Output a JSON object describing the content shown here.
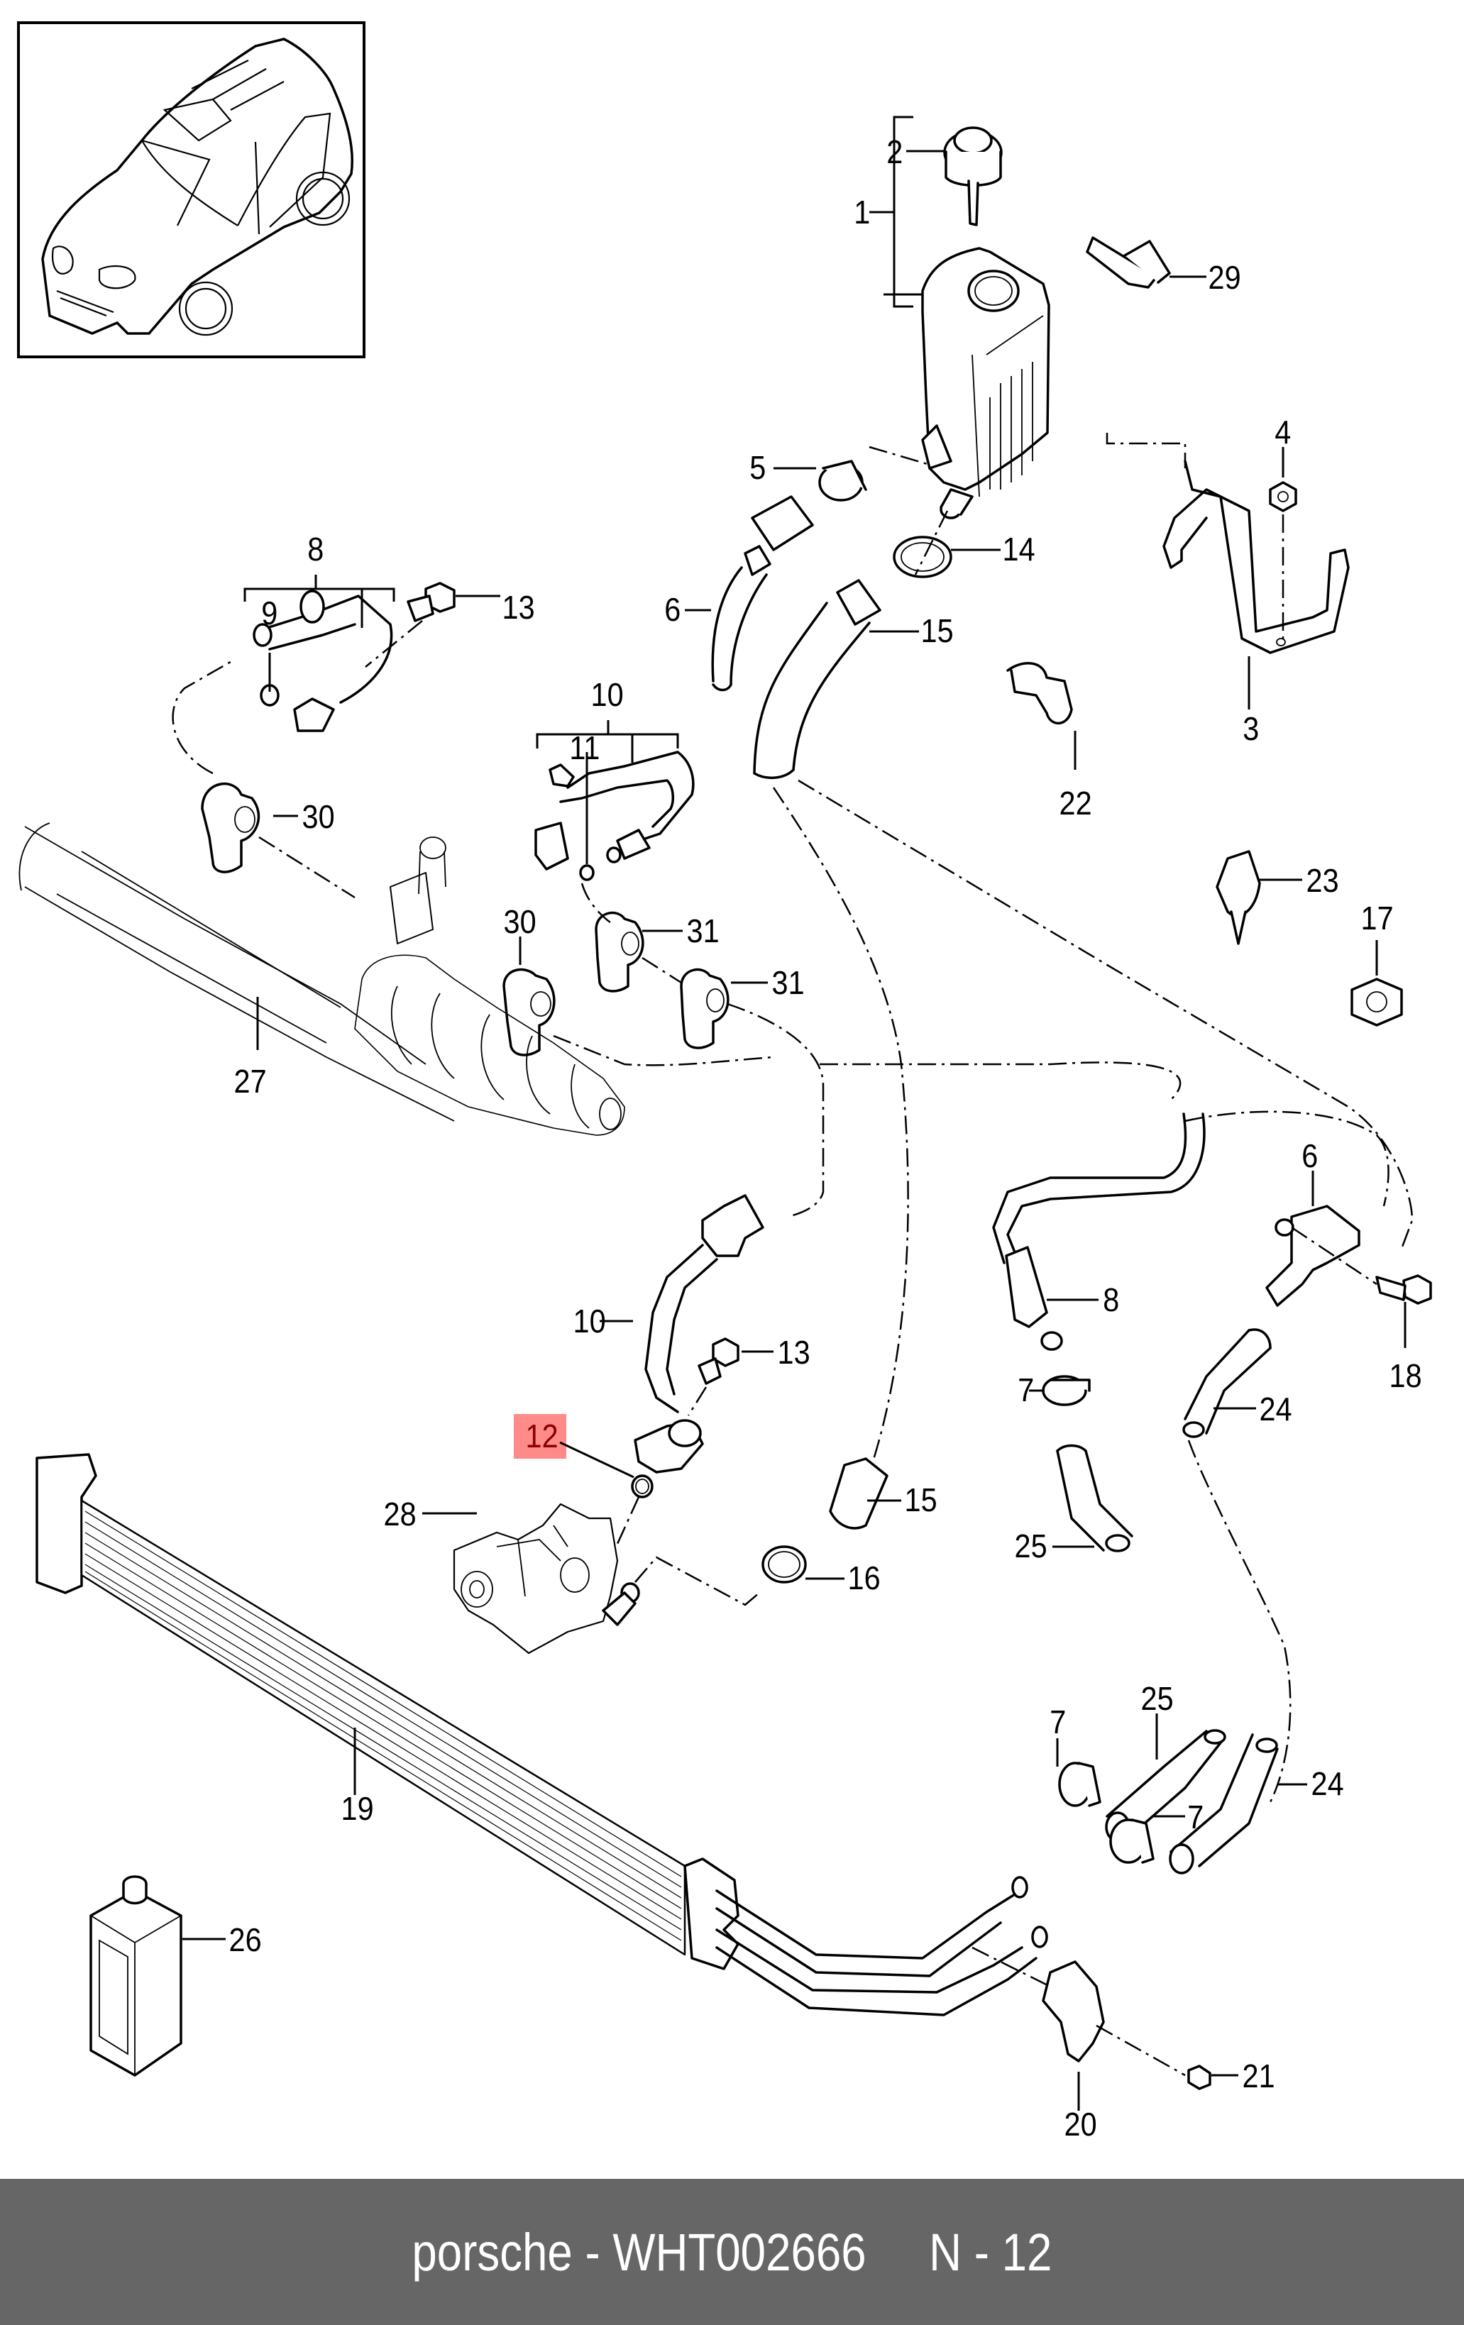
{
  "footer": {
    "brand": "porsche",
    "separator": " - ",
    "part_number": "WHT002666",
    "diagram_ref": "N - 12"
  },
  "highlight": {
    "item": "12",
    "color": "#ff8a8a",
    "text_color": "#8b0000"
  },
  "thumbnail": {
    "subject": "car-overview-suv"
  },
  "callouts": [
    {
      "id": "c1",
      "label": "1"
    },
    {
      "id": "c2",
      "label": "2"
    },
    {
      "id": "c3",
      "label": "3"
    },
    {
      "id": "c4",
      "label": "4"
    },
    {
      "id": "c5",
      "label": "5"
    },
    {
      "id": "c6a",
      "label": "6"
    },
    {
      "id": "c6b",
      "label": "6"
    },
    {
      "id": "c7a",
      "label": "7"
    },
    {
      "id": "c7b",
      "label": "7"
    },
    {
      "id": "c7c",
      "label": "7"
    },
    {
      "id": "c8a",
      "label": "8"
    },
    {
      "id": "c8b",
      "label": "8"
    },
    {
      "id": "c9",
      "label": "9"
    },
    {
      "id": "c10a",
      "label": "10"
    },
    {
      "id": "c10b",
      "label": "10"
    },
    {
      "id": "c11",
      "label": "11"
    },
    {
      "id": "c12",
      "label": "12"
    },
    {
      "id": "c13a",
      "label": "13"
    },
    {
      "id": "c13b",
      "label": "13"
    },
    {
      "id": "c14",
      "label": "14"
    },
    {
      "id": "c15a",
      "label": "15"
    },
    {
      "id": "c15b",
      "label": "15"
    },
    {
      "id": "c16",
      "label": "16"
    },
    {
      "id": "c17",
      "label": "17"
    },
    {
      "id": "c18",
      "label": "18"
    },
    {
      "id": "c19",
      "label": "19"
    },
    {
      "id": "c20",
      "label": "20"
    },
    {
      "id": "c21",
      "label": "21"
    },
    {
      "id": "c22",
      "label": "22"
    },
    {
      "id": "c23",
      "label": "23"
    },
    {
      "id": "c24a",
      "label": "24"
    },
    {
      "id": "c24b",
      "label": "24"
    },
    {
      "id": "c25a",
      "label": "25"
    },
    {
      "id": "c25b",
      "label": "25"
    },
    {
      "id": "c26",
      "label": "26"
    },
    {
      "id": "c27",
      "label": "27"
    },
    {
      "id": "c28",
      "label": "28"
    },
    {
      "id": "c29",
      "label": "29"
    },
    {
      "id": "c30a",
      "label": "30"
    },
    {
      "id": "c30b",
      "label": "30"
    },
    {
      "id": "c31a",
      "label": "31"
    },
    {
      "id": "c31b",
      "label": "31"
    }
  ],
  "labels": {
    "1": "1",
    "2": "2",
    "3": "3",
    "4": "4",
    "5": "5",
    "6": "6",
    "7": "7",
    "8": "8",
    "9": "9",
    "10": "10",
    "11": "11",
    "12": "12",
    "13": "13",
    "14": "14",
    "15": "15",
    "16": "16",
    "17": "17",
    "18": "18",
    "19": "19",
    "20": "20",
    "21": "21",
    "22": "22",
    "23": "23",
    "24": "24",
    "25": "25",
    "26": "26",
    "27": "27",
    "28": "28",
    "29": "29",
    "30": "30",
    "31": "31"
  }
}
